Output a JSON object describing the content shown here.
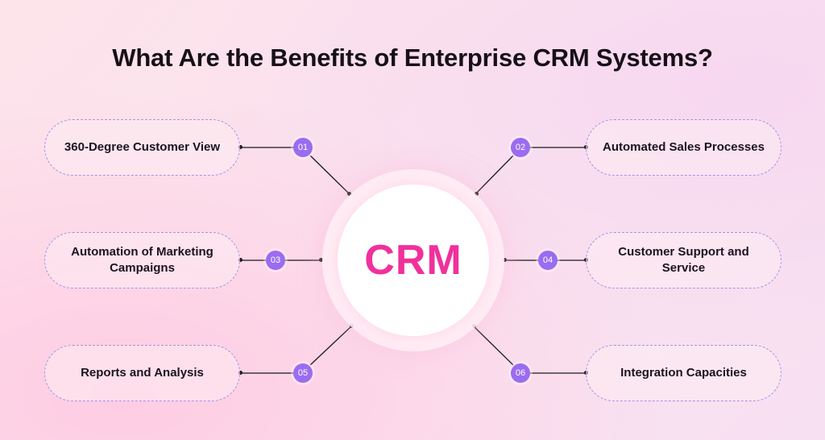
{
  "title": "What Are the Benefits of Enterprise CRM Systems?",
  "center": {
    "label": "CRM",
    "color": "#f0319c"
  },
  "accent_color": "#9b6cf0",
  "benefits": [
    {
      "number": "01",
      "label": "360-Degree Customer View"
    },
    {
      "number": "02",
      "label": "Automated Sales Processes"
    },
    {
      "number": "03",
      "label": "Automation of Marketing Campaigns"
    },
    {
      "number": "04",
      "label": "Customer Support and Service"
    },
    {
      "number": "05",
      "label": "Reports and Analysis"
    },
    {
      "number": "06",
      "label": "Integration Capacities"
    }
  ]
}
